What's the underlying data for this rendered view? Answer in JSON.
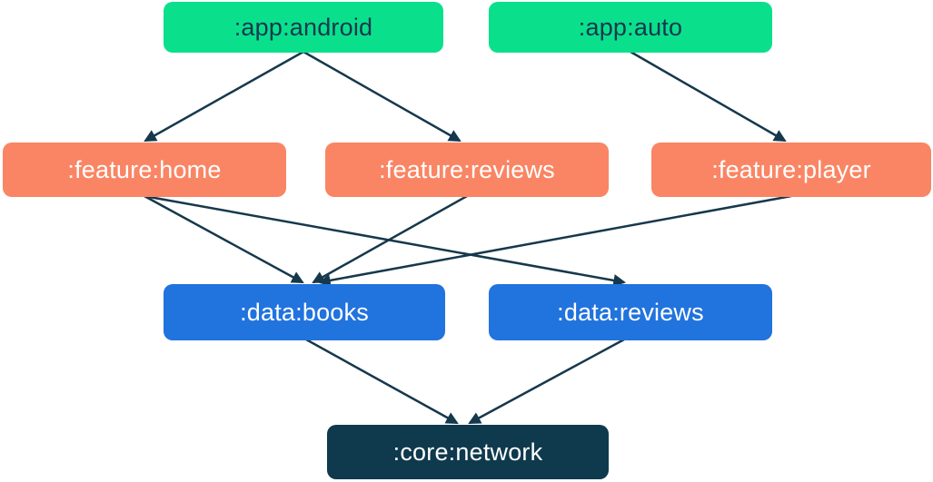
{
  "diagram": {
    "kind": "module-dependency-graph",
    "arrow_color": "#16384c",
    "nodes": [
      {
        "id": "app-android",
        "label": ":app:android",
        "type": "app",
        "fill": "#0ae08c",
        "text_color": "#14384e"
      },
      {
        "id": "app-auto",
        "label": ":app:auto",
        "type": "app",
        "fill": "#0ae08c",
        "text_color": "#14384e"
      },
      {
        "id": "feature-home",
        "label": ":feature:home",
        "type": "feature",
        "fill": "#fa8564",
        "text_color": "#ffffff"
      },
      {
        "id": "feature-reviews",
        "label": ":feature:reviews",
        "type": "feature",
        "fill": "#fa8564",
        "text_color": "#ffffff"
      },
      {
        "id": "feature-player",
        "label": ":feature:player",
        "type": "feature",
        "fill": "#fa8564",
        "text_color": "#ffffff"
      },
      {
        "id": "data-books",
        "label": ":data:books",
        "type": "data",
        "fill": "#2173de",
        "text_color": "#ffffff"
      },
      {
        "id": "data-reviews",
        "label": ":data:reviews",
        "type": "data",
        "fill": "#2173de",
        "text_color": "#ffffff"
      },
      {
        "id": "core-network",
        "label": ":core:network",
        "type": "core",
        "fill": "#0f394d",
        "text_color": "#ffffff"
      }
    ],
    "edges": [
      {
        "from": "app-android",
        "to": "feature-home"
      },
      {
        "from": "app-android",
        "to": "feature-reviews"
      },
      {
        "from": "app-auto",
        "to": "feature-player"
      },
      {
        "from": "feature-home",
        "to": "data-books"
      },
      {
        "from": "feature-home",
        "to": "data-reviews"
      },
      {
        "from": "feature-reviews",
        "to": "data-books"
      },
      {
        "from": "feature-player",
        "to": "data-books"
      },
      {
        "from": "data-books",
        "to": "core-network"
      },
      {
        "from": "data-reviews",
        "to": "core-network"
      }
    ]
  }
}
